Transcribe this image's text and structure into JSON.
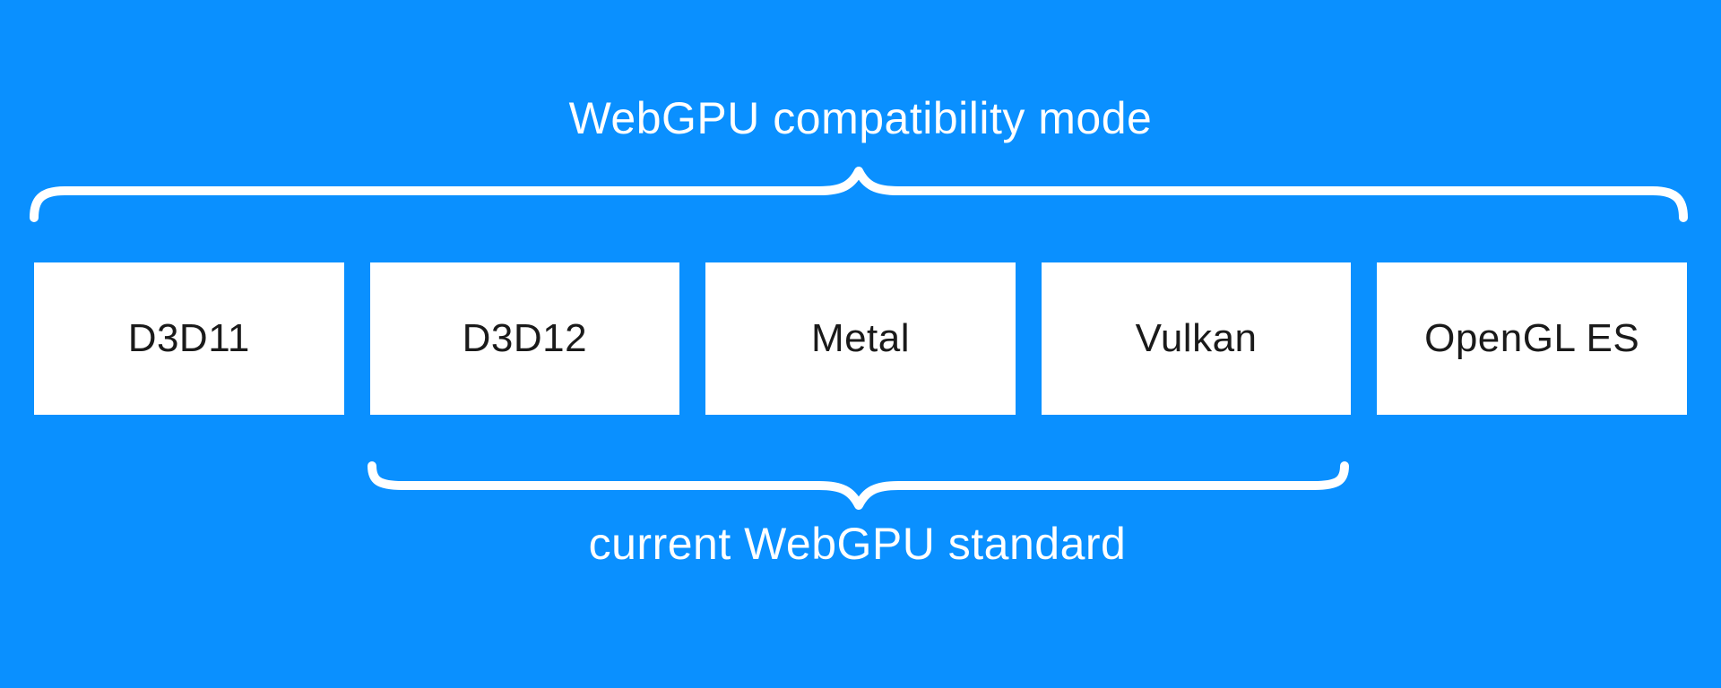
{
  "diagram": {
    "title": "WebGPU compatibility mode",
    "subtitle": "current WebGPU standard",
    "boxes": [
      {
        "label": "D3D11"
      },
      {
        "label": "D3D12"
      },
      {
        "label": "Metal"
      },
      {
        "label": "Vulkan"
      },
      {
        "label": "OpenGL ES"
      }
    ],
    "braces": [
      {
        "name": "top-brace",
        "covers": "D3D11 D3D12 Metal Vulkan OpenGL ES",
        "label": "WebGPU compatibility mode"
      },
      {
        "name": "bottom-brace",
        "covers": "D3D12 Metal Vulkan",
        "label": "current WebGPU standard"
      }
    ],
    "colors": {
      "background": "#0A90FF",
      "box_background": "#FFFFFF",
      "box_text": "#1A1A1A",
      "brace_stroke": "#FFFFFF",
      "label_text": "#FFFFFF"
    }
  }
}
